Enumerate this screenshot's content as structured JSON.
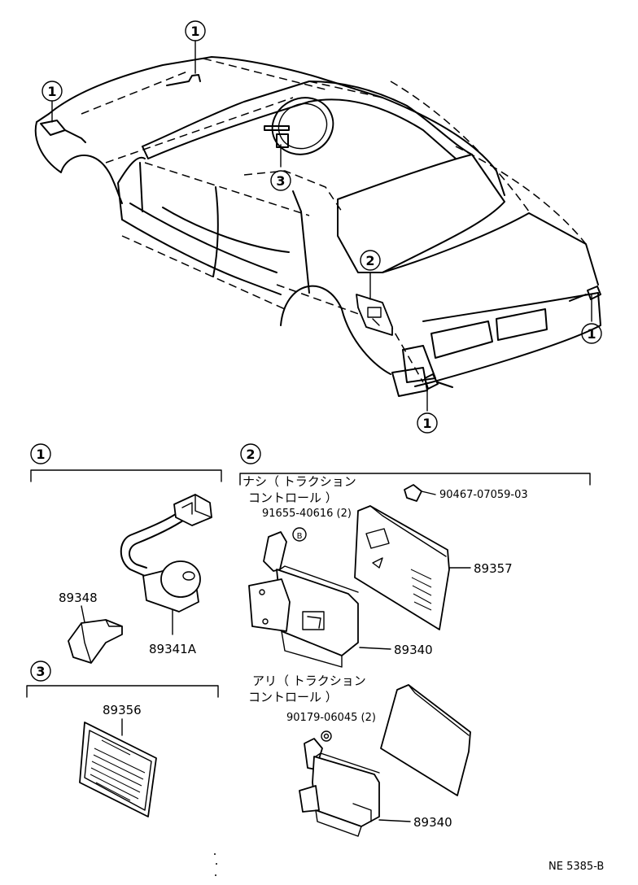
{
  "callouts": {
    "c1": "1",
    "c2": "2",
    "c3": "3"
  },
  "section_headers": {
    "s1": "1",
    "s2": "2",
    "s3": "3"
  },
  "parts": {
    "p89348": "89348",
    "p89341A": "89341A",
    "p89356": "89356",
    "p89357": "89357",
    "p89340_a": "89340",
    "p89340_b": "89340",
    "p90467": "90467-07059-03",
    "p91655": "91655-40616 (2)",
    "p90179": "90179-06045 (2)",
    "bolt_mark": "B"
  },
  "notes": {
    "without_tc_line1": "ナシ（ トラクション",
    "without_tc_line2": "コントロール ）",
    "with_tc_line1": "アリ（ トラクション",
    "with_tc_line2": "コントロール ）"
  },
  "footer": {
    "code": "NE  5385-B"
  }
}
